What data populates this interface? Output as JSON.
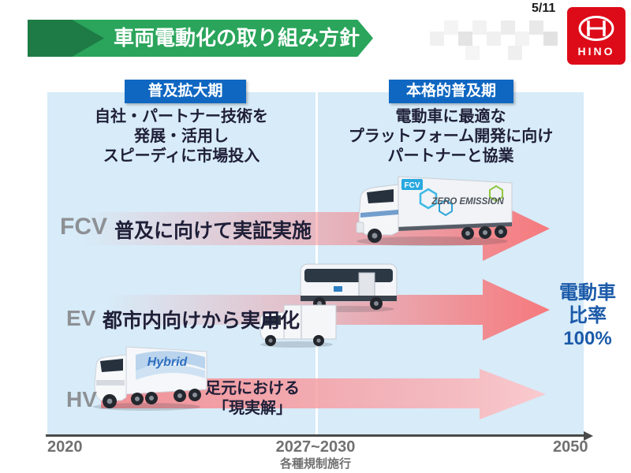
{
  "page": {
    "number": "5/11"
  },
  "logo": {
    "brand": "HINO"
  },
  "title": "車両電動化の取り組み方針",
  "phases": {
    "left": {
      "label": "普及拡大期",
      "lines": [
        "自社・パートナー技術を",
        "発展・活用し",
        "スピーディに市場投入"
      ]
    },
    "right": {
      "label": "本格的普及期",
      "lines": [
        "電動車に最適な",
        "プラットフォーム開発に向け",
        "パートナーと協業"
      ]
    }
  },
  "rows": [
    {
      "label": "FCV",
      "text": "普及に向けて実証実施"
    },
    {
      "label": "EV",
      "text": "都市内向けから実用化"
    },
    {
      "label": "HV",
      "text_line1": "足元における",
      "text_line2": "「現実解」"
    }
  ],
  "goal": {
    "lines": [
      "電動車",
      "比率",
      "100%"
    ]
  },
  "timeline": {
    "start": "2020",
    "mid": "2027~2030",
    "mid_note": "各種規制施行",
    "end": "2050"
  },
  "vehicles": {
    "fcv_badge": "FCV",
    "fcv_side": "ZERO EMISSION",
    "hv_side": "Hybrid"
  },
  "colors": {
    "banner_green": "#2aa55b",
    "banner_dark_green": "#1e7b45",
    "phase_blue": "#0f67c1",
    "panel_blue": "#d7ebf8",
    "arrow_salmon": "#f6797d",
    "arrow_faded": "#fbc9cd",
    "goal_blue": "#1b5aa9",
    "logo_red": "#dd0b18",
    "text_navy": "#1f1f38",
    "label_gray": "#8d9094",
    "timeline_gray": "#717171"
  }
}
